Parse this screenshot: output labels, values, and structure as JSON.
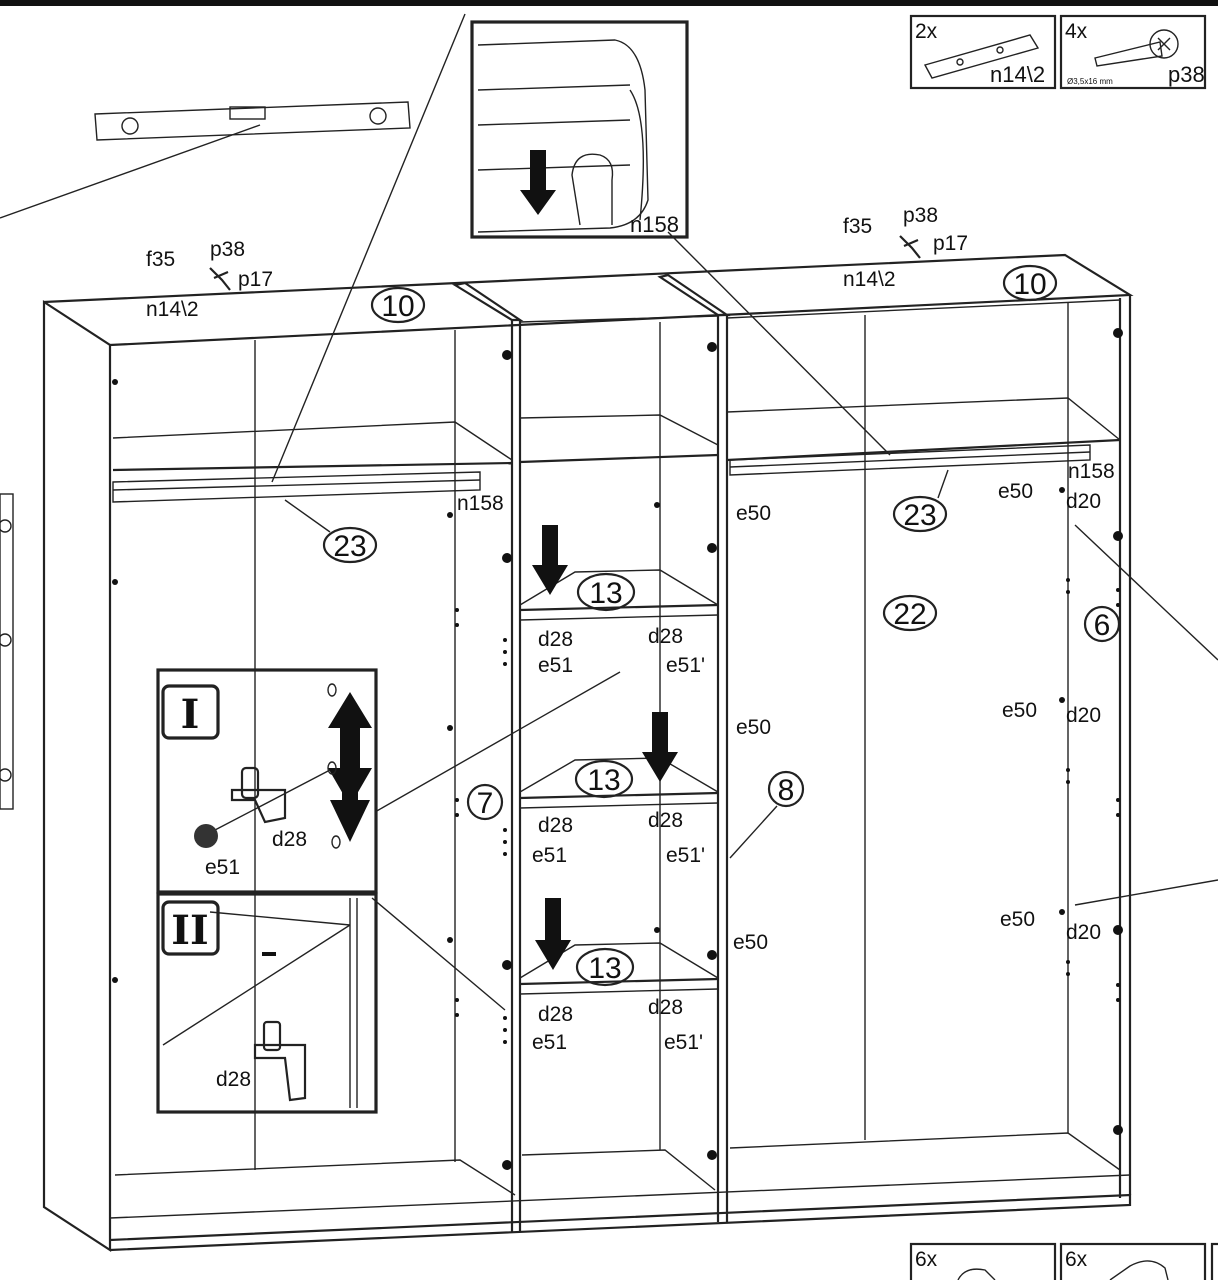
{
  "hardware_bags": [
    {
      "qty": "2x",
      "code": "n14\\2",
      "caption": ""
    },
    {
      "qty": "4x",
      "code": "p38",
      "caption": "Ø3,5x16 mm"
    },
    {
      "qty": "6x",
      "code": "",
      "caption": ""
    },
    {
      "qty": "6x",
      "code": "",
      "caption": ""
    }
  ],
  "detail_inset": {
    "label": "n158"
  },
  "rail_hardware_left": {
    "f": "f35",
    "p38": "p38",
    "p17": "p17",
    "n": "n14\\2"
  },
  "rail_hardware_right": {
    "f": "f35",
    "p38": "p38",
    "p17": "p17",
    "n": "n14\\2"
  },
  "part_numbers": {
    "top_left": "10",
    "top_right": "10",
    "rail_left": "23",
    "rail_right": "23",
    "shelf_1": "13",
    "shelf_2": "13",
    "shelf_3": "13",
    "divider_left": "7",
    "divider_right": "8",
    "door_panel": "22",
    "side_panel": "6"
  },
  "fittings": {
    "n158": "n158",
    "e50": "e50",
    "d20": "d20",
    "d28": "d28",
    "e51": "e51",
    "e51_prime": "e51'"
  },
  "step_panels": {
    "step_1": {
      "roman": "I",
      "d28": "d28",
      "e51": "e51"
    },
    "step_2": {
      "roman": "II",
      "d28": "d28"
    }
  }
}
